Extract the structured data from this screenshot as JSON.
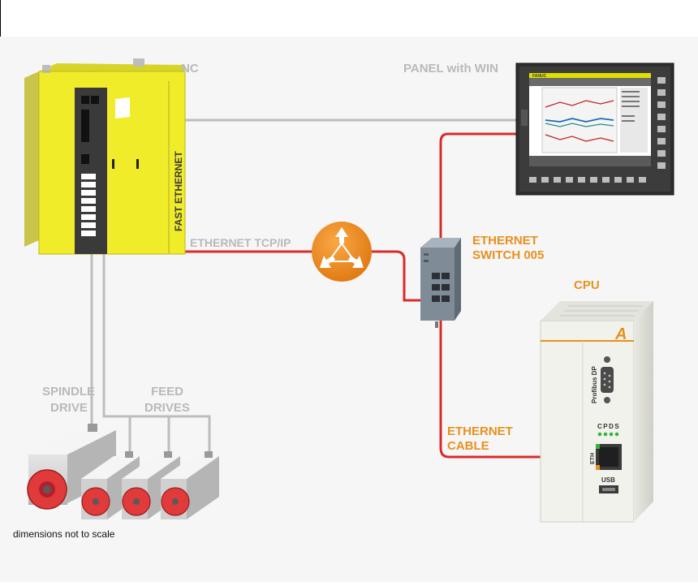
{
  "labels": {
    "nc": "NC",
    "panel": "PANEL with WIN",
    "fast_ethernet": "FAST ETHERNET",
    "ethernet_tcpip": "ETHERNET TCP/IP",
    "switch_line1": "ETHERNET",
    "switch_line2": "SWITCH 005",
    "cpu": "CPU",
    "cable_line1": "ETHERNET",
    "cable_line2": "CABLE",
    "spindle_line1": "SPINDLE",
    "spindle_line2": "DRIVE",
    "feed_line1": "FEED",
    "feed_line2": "DRIVES",
    "scale_note": "dimensions not to scale"
  },
  "panel_screen": {
    "brand": "FANUC"
  },
  "cpu_module": {
    "profibus": "Profibus DP",
    "cpds": "CPDS",
    "eth": "ETH",
    "usb": "USB",
    "logo": "A"
  },
  "colors": {
    "gray_text": "#b9b9b9",
    "orange_text": "#e8901c",
    "ethernet_red": "#d92b2b",
    "nc_yellow": "#f0ec2a",
    "router_orange": "#f08a1d",
    "cable_gray": "#bdbdbd"
  },
  "icons": [
    "router-icon",
    "ethernet-switch-icon",
    "servo-motor-icon"
  ]
}
